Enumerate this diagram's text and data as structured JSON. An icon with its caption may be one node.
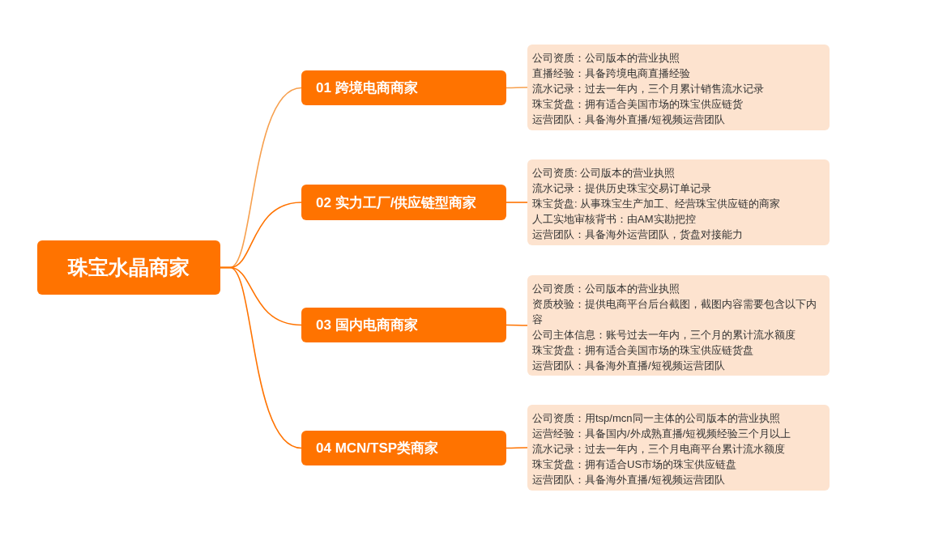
{
  "diagram": {
    "nodes": [
      {
        "text": [
          "珠宝水晶商家"
        ]
      },
      {
        "text": [
          "01 跨境电商商家"
        ]
      },
      {
        "text": [
          "02 实力工厂/供应链型商家"
        ]
      },
      {
        "text": [
          "03 国内电商商家"
        ]
      },
      {
        "text": [
          "04 MCN/TSP类商家"
        ]
      },
      {
        "text": [
          "公司资质：公司版本的营业执照",
          "直播经验：具备跨境电商直播经验",
          "流水记录：过去一年内，三个月累计销售流水记录",
          "珠宝货盘：拥有适合美国市场的珠宝供应链货",
          "运营团队：具备海外直播/短视频运营团队"
        ]
      },
      {
        "text": [
          "公司资质: 公司版本的营业执照",
          "流水记录：提供历史珠宝交易订单记录",
          "珠宝货盘: 从事珠宝生产加工、经营珠宝供应链的商家",
          "人工实地审核背书：由AM实勘把控",
          "运营团队：具备海外运营团队，货盘对接能力"
        ]
      },
      {
        "text": [
          "公司资质：公司版本的营业执照",
          "资质校验：提供电商平台后台截图，截图内容需要包含以下内容",
          "公司主体信息：账号过去一年内，三个月的累计流水额度",
          "珠宝货盘：拥有适合美国市场的珠宝供应链货盘",
          "运营团队：具备海外直播/短视频运营团队"
        ]
      },
      {
        "text": [
          "公司资质：用tsp/mcn同一主体的公司版本的营业执照",
          "运营经验：具备国内/外成熟直播/短视频经验三个月以上",
          "流水记录：过去一年内，三个月电商平台累计流水额度",
          "珠宝货盘：拥有适合US市场的珠宝供应链盘",
          "运营团队：具备海外直播/短视频运营团队"
        ]
      }
    ],
    "edges": [
      {
        "from": 0,
        "to": 1,
        "arrow": "none",
        "color": "#f7a04e"
      },
      {
        "from": 0,
        "to": 2,
        "arrow": "none"
      },
      {
        "from": 0,
        "to": 3,
        "arrow": "none"
      },
      {
        "from": 0,
        "to": 4,
        "arrow": "none"
      },
      {
        "from": 1,
        "to": 5,
        "arrow": "none",
        "color": "#f7a04e"
      },
      {
        "from": 2,
        "to": 6,
        "arrow": "none"
      },
      {
        "from": 3,
        "to": 7,
        "arrow": "none"
      },
      {
        "from": 4,
        "to": 8,
        "arrow": "none"
      }
    ]
  }
}
